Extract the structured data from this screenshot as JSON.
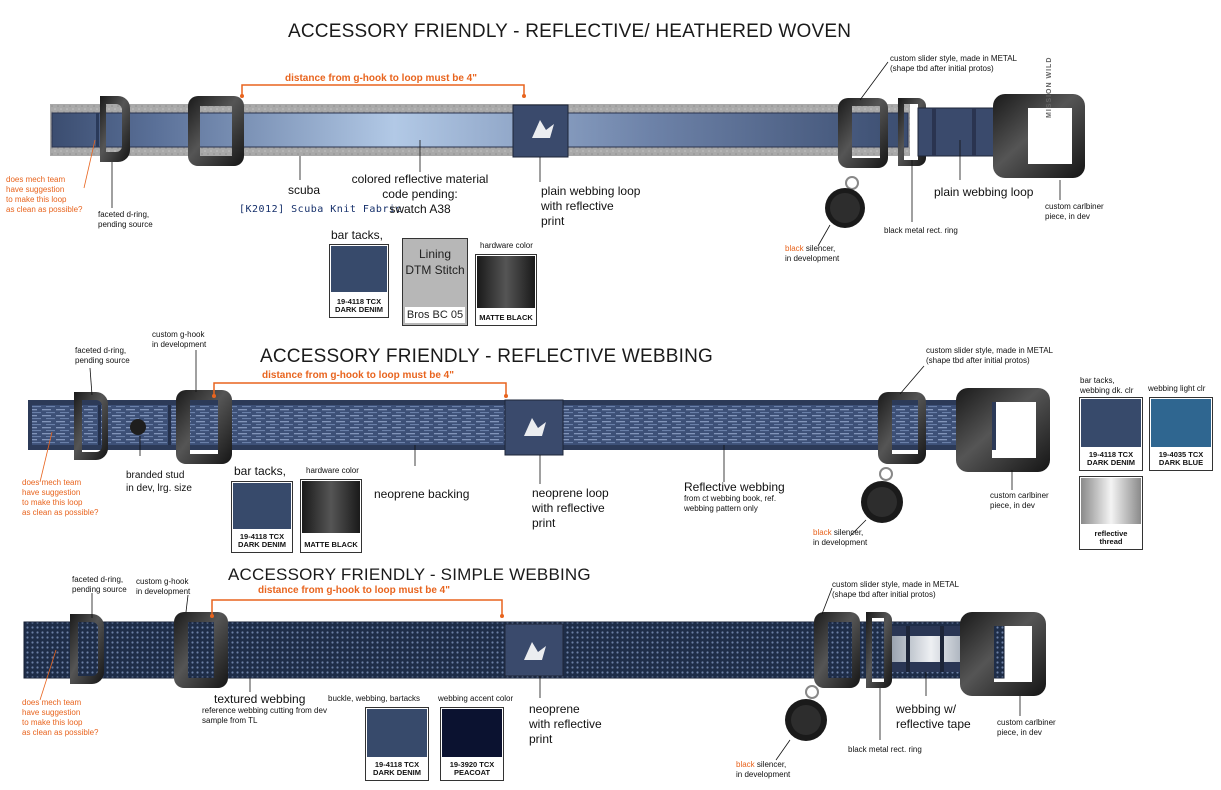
{
  "sections": [
    {
      "title": "ACCESSORY FRIENDLY - REFLECTIVE/ HEATHERED WOVEN",
      "distance_note": "distance from g-hook to loop must be 4\"",
      "mech_note": "does mech team\nhave suggestion\nto make this loop\nas clean as possible?",
      "labels": {
        "d_ring": "faceted d-ring,\npending source",
        "scuba": "scuba",
        "fabric_code": "[K2012] Scuba Knit Fabric",
        "reflective_material": "colored reflective material\ncode pending:\nswatch A38",
        "plain_loop_print": "plain webbing loop\nwith reflective\nprint",
        "slider": "custom slider style, made in METAL\n(shape tbd after initial protos)",
        "plain_loop": "plain webbing loop",
        "rect_ring": "black metal rect. ring",
        "carabiner": "custom carlbiner\npiece, in dev",
        "silencer_black": "black",
        "silencer_rest": " silencer,\nin development",
        "brand_mark": "MISSION WILD"
      },
      "swatches": [
        {
          "heading": "bar tacks,",
          "caption": "19-4118 TCX\nDARK DENIM",
          "color": "#374a6b"
        },
        {
          "heading": "",
          "caption": "Bros BC 05",
          "lining": "Lining\nDTM Stitch",
          "color": "#b7b7b7"
        },
        {
          "heading": "hardware color",
          "caption": "MATTE BLACK",
          "color": "#2b2b2b"
        }
      ]
    },
    {
      "title": "ACCESSORY FRIENDLY - REFLECTIVE WEBBING",
      "distance_note": "distance from g-hook to loop must be 4\"",
      "mech_note": "does mech team\nhave suggestion\nto make this loop\nas clean as possible?",
      "labels": {
        "d_ring": "faceted d-ring,\npending source",
        "g_hook": "custom g-hook\nin development",
        "stud": "branded stud\nin dev, lrg. size",
        "backing": "neoprene backing",
        "neoprene_loop": "neoprene loop\nwith reflective\nprint",
        "reflective_webbing": "Reflective webbing",
        "reflective_webbing_note": "from ct webbing book, ref.\nwebbing pattern only",
        "slider": "custom slider style, made in METAL\n(shape tbd after initial protos)",
        "carabiner": "custom carlbiner\npiece, in dev",
        "silencer_black": "black",
        "silencer_rest": " silencer,\nin development"
      },
      "swatches": [
        {
          "heading": "bar tacks,",
          "caption": "19-4118 TCX\nDARK DENIM",
          "color": "#374a6b"
        },
        {
          "heading": "hardware color",
          "caption": "MATTE BLACK",
          "color": "#2b2b2b"
        }
      ],
      "side_swatches": [
        {
          "heading": "bar tacks,\nwebbing dk. clr",
          "caption": "19-4118 TCX\nDARK DENIM",
          "color": "#374a6b"
        },
        {
          "heading": "webbing light clr",
          "caption": "19-4035 TCX\nDARK BLUE",
          "color": "#2f6690"
        },
        {
          "heading": "",
          "caption": "reflective\nthread",
          "color": "#c9c9c9"
        }
      ]
    },
    {
      "title": "ACCESSORY FRIENDLY - SIMPLE WEBBING",
      "distance_note": "distance from g-hook to loop must be 4\"",
      "mech_note": "does mech team\nhave suggestion\nto make this loop\nas clean as possible?",
      "labels": {
        "d_ring": "faceted d-ring,\npending source",
        "g_hook": "custom g-hook\nin development",
        "textured": "textured webbing",
        "textured_note": "reference webbing cutting from dev\nsample from TL",
        "neoprene_print": "neoprene\nwith reflective\nprint",
        "slider": "custom slider style, made in METAL\n(shape tbd after initial protos)",
        "webbing_tape": "webbing w/\nreflective tape",
        "rect_ring": "black metal rect. ring",
        "carabiner": "custom carlbiner\npiece, in dev",
        "silencer_black": "black",
        "silencer_rest": " silencer,\nin development"
      },
      "swatches": [
        {
          "heading": "buckle, webbing, bartacks",
          "caption": "19-4118 TCX\nDARK DENIM",
          "color": "#374a6b"
        },
        {
          "heading": "webbing accent color",
          "caption": "19-3920 TCX\nPEACOAT",
          "color": "#0b1230"
        }
      ]
    }
  ],
  "colors": {
    "annotation_orange": "#e8641e",
    "dark_denim": "#374a6b",
    "peacoat": "#0b1230",
    "dark_blue": "#2f6690",
    "matte_black": "#2b2b2b"
  }
}
